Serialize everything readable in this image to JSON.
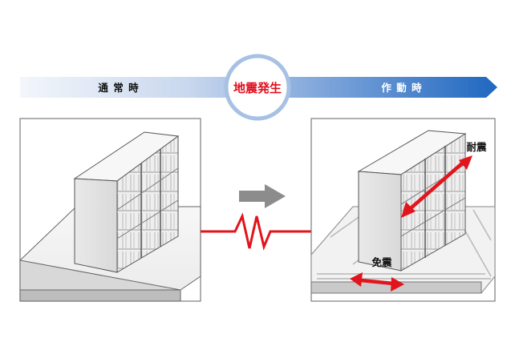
{
  "banner": {
    "normal_label": "通 常 時",
    "event_label": "地震発生",
    "active_label": "作 動 時"
  },
  "annotations": {
    "seismic_resistance": "耐震",
    "base_isolation": "免震"
  },
  "colors": {
    "banner_gradient_start": "#eef2f9",
    "banner_gradient_end": "#2b72c4",
    "event_circle_ring": "#9dbbe2",
    "event_label_red": "#e10e1d",
    "arrow_red": "#e2141c",
    "transition_arrow_gray": "#8c8c8c"
  }
}
